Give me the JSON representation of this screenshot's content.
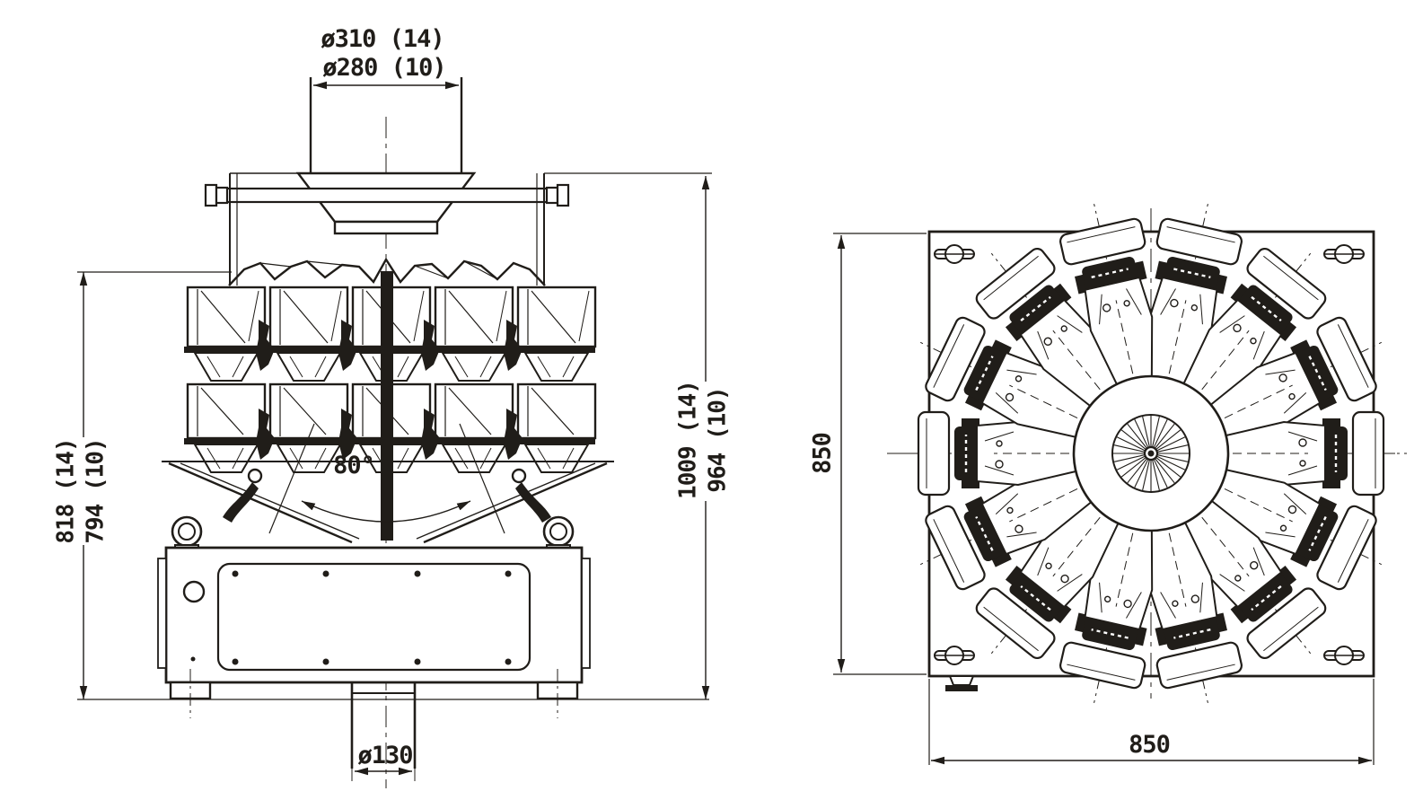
{
  "drawing_type": "technical-dimension-drawing-multihead-weigher",
  "ink_color": "#201d19",
  "paper_color": "#ffffff",
  "front_view": {
    "dim_hopper_dia_14": "ø310 (14)",
    "dim_hopper_dia_10": "ø280 (10)",
    "dim_height_left_14": "818 (14)",
    "dim_height_left_10": "794 (10)",
    "dim_height_right_14": "1009 (14)",
    "dim_height_right_10": "964 (10)",
    "dim_discharge_angle": "80°",
    "dim_column_dia": "ø130"
  },
  "top_view": {
    "dim_plate_height": "850",
    "dim_plate_width": "850",
    "head_count": 14
  }
}
